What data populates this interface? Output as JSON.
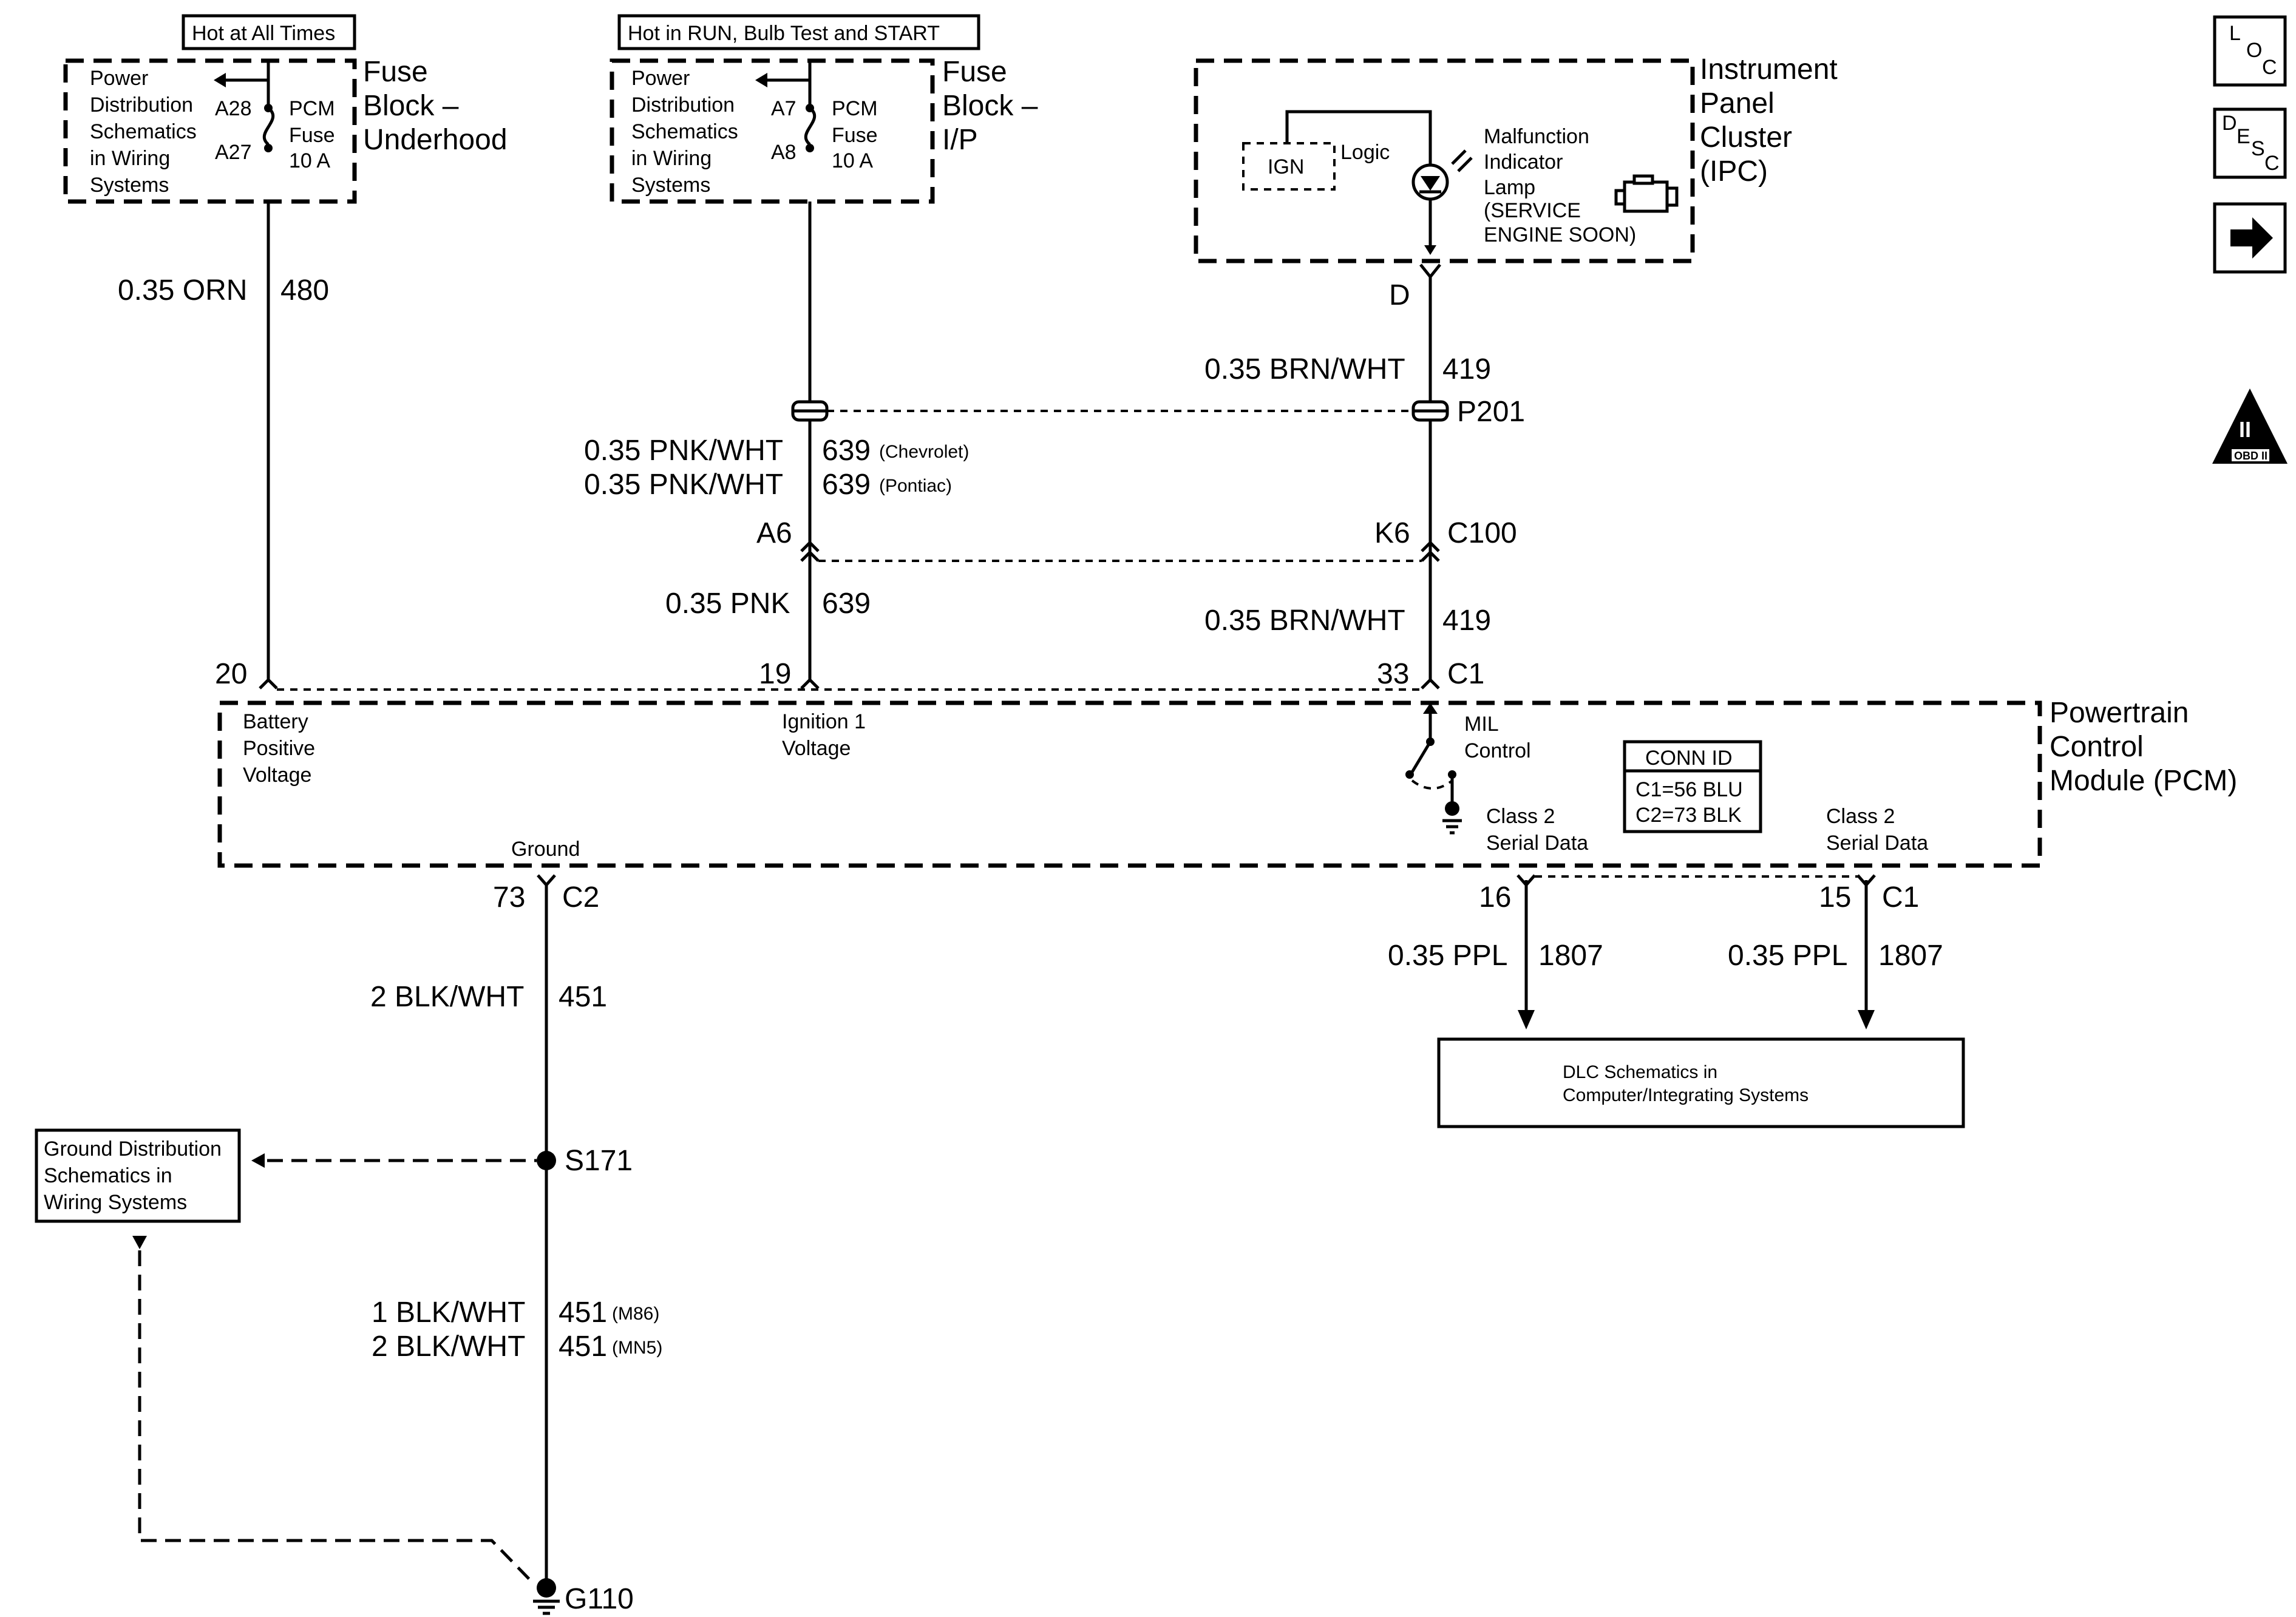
{
  "header_labels": {
    "hot_all_times": "Hot at All Times",
    "hot_run": "Hot in RUN, Bulb Test and START"
  },
  "fuse_underhood": {
    "ref_lines": [
      "Power",
      "Distribution",
      "Schematics",
      "in Wiring",
      "Systems"
    ],
    "pin_top": "A28",
    "pin_bottom": "A27",
    "fuse_lines": [
      "PCM",
      "Fuse",
      "10 A"
    ],
    "name_lines": [
      "Fuse",
      "Block –",
      "Underhood"
    ]
  },
  "fuse_ip": {
    "ref_lines": [
      "Power",
      "Distribution",
      "Schematics",
      "in Wiring",
      "Systems"
    ],
    "pin_top": "A7",
    "pin_bottom": "A8",
    "fuse_lines": [
      "PCM",
      "Fuse",
      "10 A"
    ],
    "name_lines": [
      "Fuse",
      "Block –",
      "I/P"
    ]
  },
  "ipc": {
    "name_lines": [
      "Instrument",
      "Panel",
      "Cluster",
      "(IPC)"
    ],
    "ign": "IGN",
    "logic": "Logic",
    "lamp_lines": [
      "Malfunction",
      "Indicator",
      "Lamp",
      "(SERVICE",
      "ENGINE SOON)"
    ],
    "pin": "D"
  },
  "wires": {
    "w480": {
      "gauge": "0.35 ORN",
      "circuit": "480"
    },
    "w419_top": {
      "gauge": "0.35 BRN/WHT",
      "circuit": "419"
    },
    "w639_chev": {
      "gauge": "0.35 PNK/WHT",
      "circuit": "639",
      "note": "(Chevrolet)"
    },
    "w639_pont": {
      "gauge": "0.35 PNK/WHT",
      "circuit": "639",
      "note": "(Pontiac)"
    },
    "w639_pnk": {
      "gauge": "0.35 PNK",
      "circuit": "639"
    },
    "w419_bot": {
      "gauge": "0.35 BRN/WHT",
      "circuit": "419"
    },
    "w451_top": {
      "gauge": "2 BLK/WHT",
      "circuit": "451"
    },
    "w451_m86": {
      "gauge": "1 BLK/WHT",
      "circuit": "451",
      "note": "(M86)"
    },
    "w451_mn5": {
      "gauge": "2 BLK/WHT",
      "circuit": "451",
      "note": "(MN5)"
    },
    "w1807_a": {
      "gauge": "0.35 PPL",
      "circuit": "1807"
    },
    "w1807_b": {
      "gauge": "0.35 PPL",
      "circuit": "1807"
    }
  },
  "connectors": {
    "p201": "P201",
    "a6": "A6",
    "k6": "K6",
    "c100": "C100",
    "c1_top": "C1",
    "c2": "C2",
    "c1_bottom": "C1",
    "s171": "S171",
    "g110": "G110"
  },
  "pcm": {
    "name_lines": [
      "Powertrain",
      "Control",
      "Module (PCM)"
    ],
    "pin20": "20",
    "pin19": "19",
    "pin33": "33",
    "pin73": "73",
    "pin16": "16",
    "pin15": "15",
    "batt_lines": [
      "Battery",
      "Positive",
      "Voltage"
    ],
    "ign_lines": [
      "Ignition 1",
      "Voltage"
    ],
    "mil_lines": [
      "MIL",
      "Control"
    ],
    "ground": "Ground",
    "serial_a_lines": [
      "Class 2",
      "Serial Data"
    ],
    "serial_b_lines": [
      "Class 2",
      "Serial Data"
    ],
    "conn_id_title": "CONN ID",
    "conn_id_lines": [
      "C1=56 BLU",
      "C2=73 BLK"
    ]
  },
  "dlc_lines": [
    "DLC Schematics in",
    "Computer/Integrating Systems"
  ],
  "ground_dist_lines": [
    "Ground Distribution",
    "Schematics in",
    "Wiring Systems"
  ],
  "nav": {
    "loc": [
      "L",
      "O",
      "C"
    ],
    "desc": [
      "D",
      "E",
      "S",
      "C"
    ],
    "obd": [
      "II",
      "OBD II"
    ]
  }
}
